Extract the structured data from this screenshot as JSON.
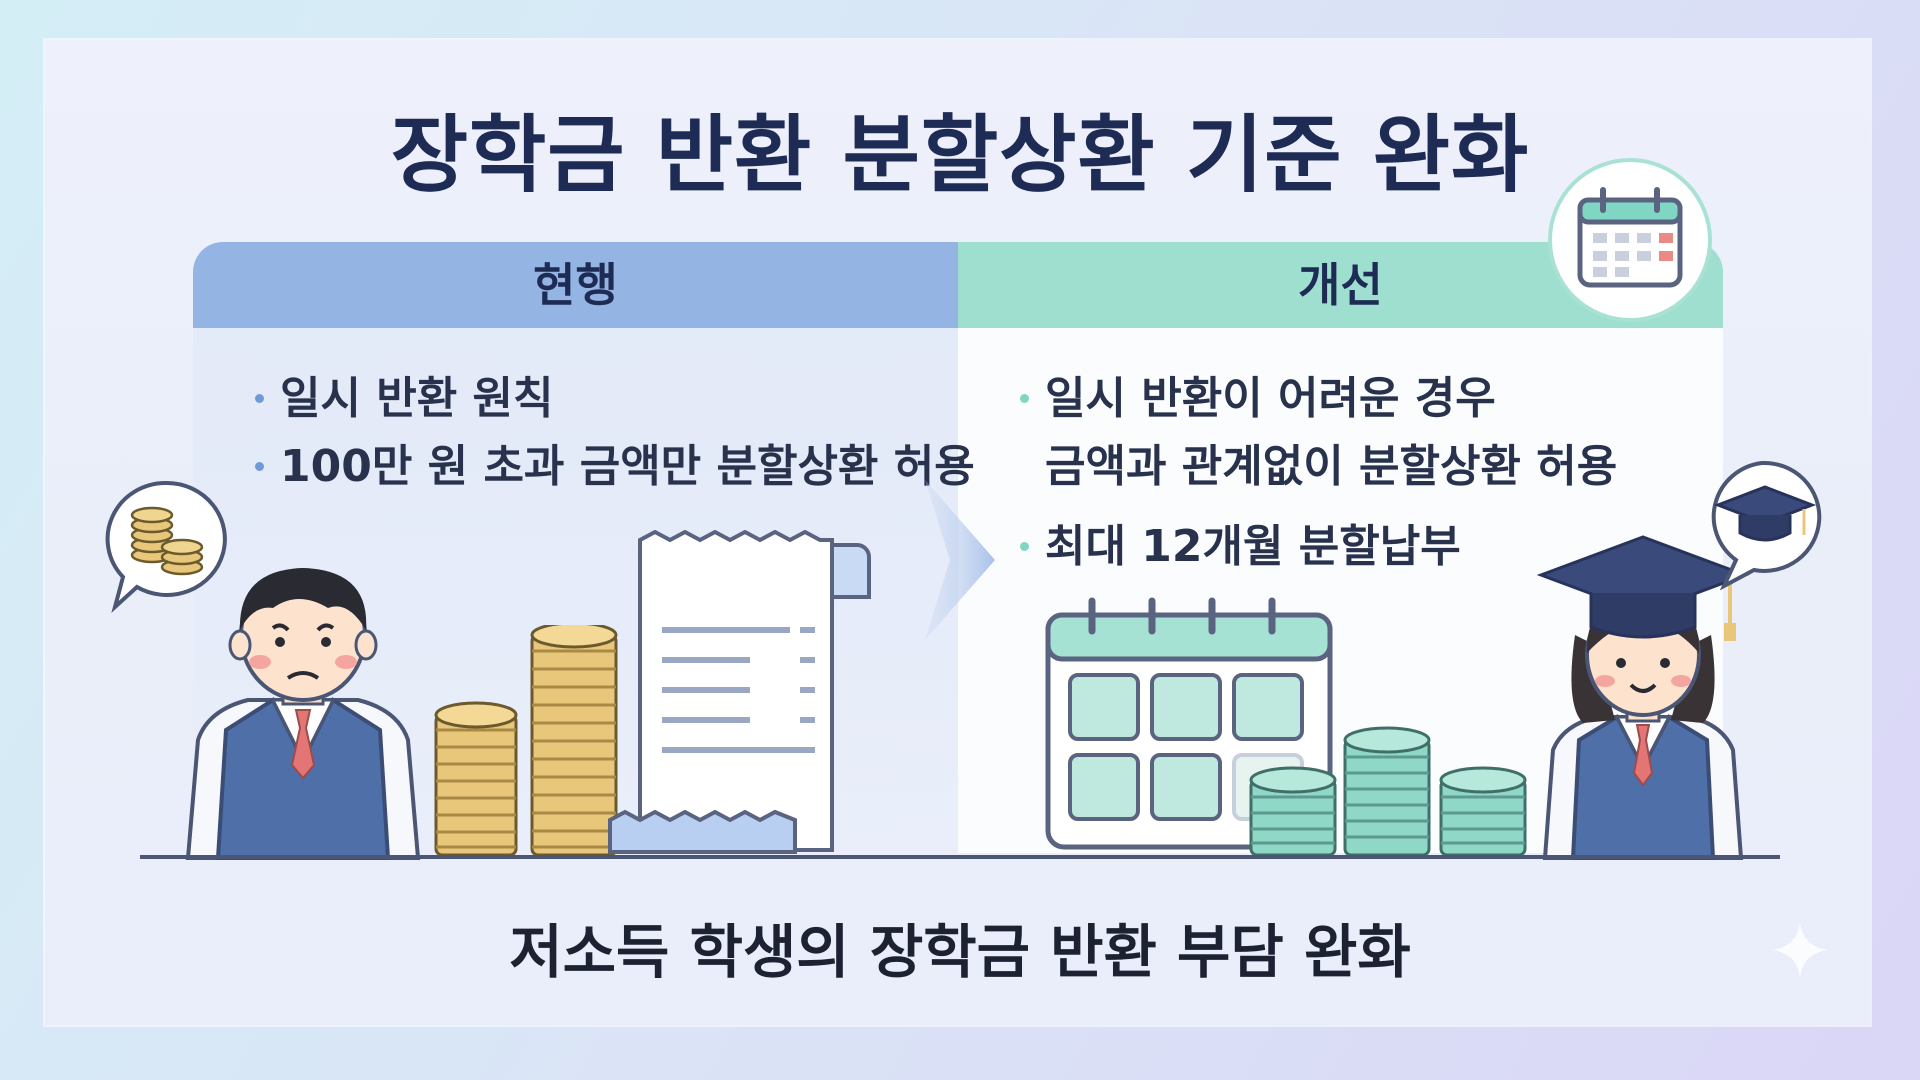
{
  "title": "장학금 반환 분할상환 기준 완화",
  "current": {
    "header": "현행",
    "bullets": [
      "일시 반환 원칙",
      "100만 원 초과 금액만 분할상환 허용"
    ]
  },
  "improved": {
    "header": "개선",
    "bullet1_line1": "일시 반환이 어려운 경우",
    "bullet1_line2": "금액과 관계없이 분할상환 허용",
    "bullet2": "최대 12개월 분할납부"
  },
  "footer": "저소득 학생의 장학금 반환 부담 완화",
  "colors": {
    "title": "#1d2b55",
    "current_bar": "#94b5e3",
    "improved_bar": "#9fdfcf",
    "coin_gold": "#e8c77a",
    "coin_teal": "#8fd8c8"
  }
}
